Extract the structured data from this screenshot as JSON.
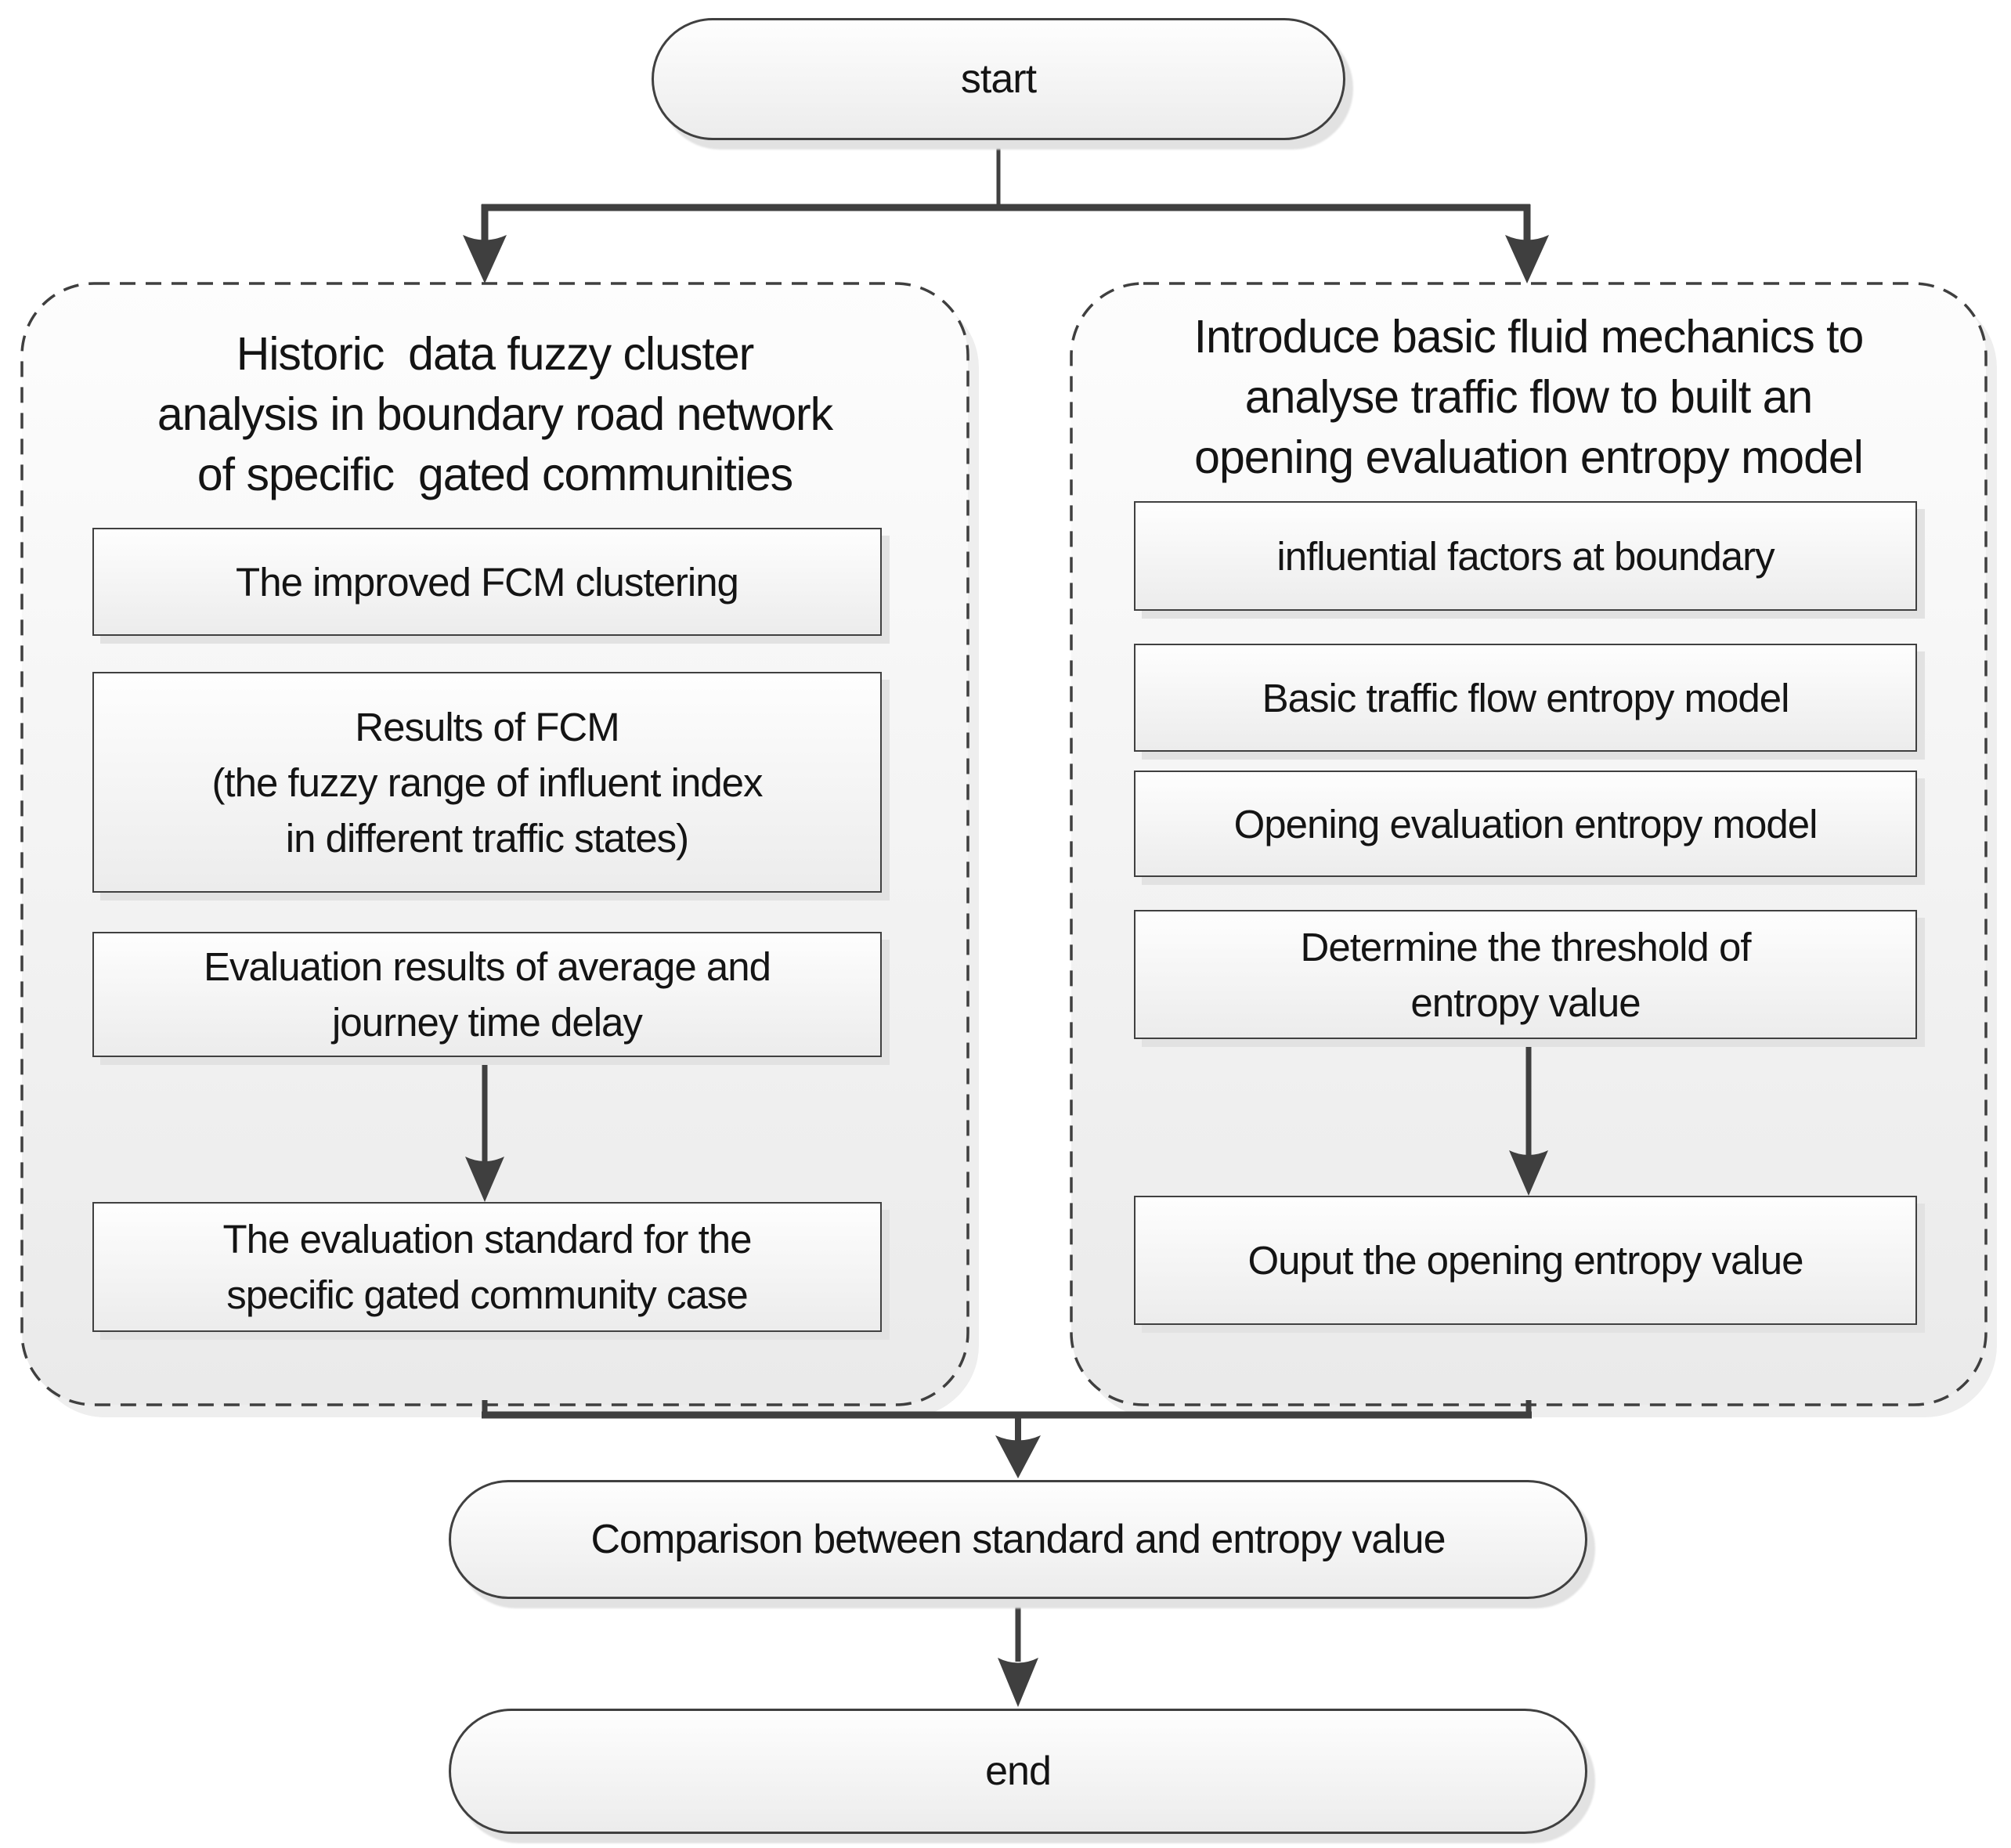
{
  "colors": {
    "line": "#3f3f3f",
    "box_border": "#404040",
    "box_fill_top": "#fefefe",
    "box_fill_bottom": "#ececec",
    "shadow": "#e2e2e2",
    "text": "#141414",
    "background": "#ffffff"
  },
  "flowchart": {
    "start": {
      "label": "start"
    },
    "left_branch": {
      "header": "Historic  data fuzzy cluster\nanalysis in boundary road network\nof specific  gated communities",
      "steps": [
        {
          "label": "The improved FCM clustering"
        },
        {
          "label": "Results of FCM\n(the fuzzy range of influent index\nin different traffic states)"
        },
        {
          "label": "Evaluation results of average and\njourney time delay"
        },
        {
          "label": "The evaluation standard for the\nspecific gated community case"
        }
      ]
    },
    "right_branch": {
      "header": "Introduce basic fluid mechanics to\nanalyse traffic flow to built an\nopening evaluation entropy model",
      "steps": [
        {
          "label": "influential factors at boundary"
        },
        {
          "label": "Basic traffic flow entropy model"
        },
        {
          "label": "Opening evaluation entropy model"
        },
        {
          "label": "Determine the threshold of\nentropy value"
        },
        {
          "label": "Ouput the opening entropy value"
        }
      ]
    },
    "comparison": {
      "label": "Comparison between standard and entropy value"
    },
    "end": {
      "label": "end"
    }
  }
}
